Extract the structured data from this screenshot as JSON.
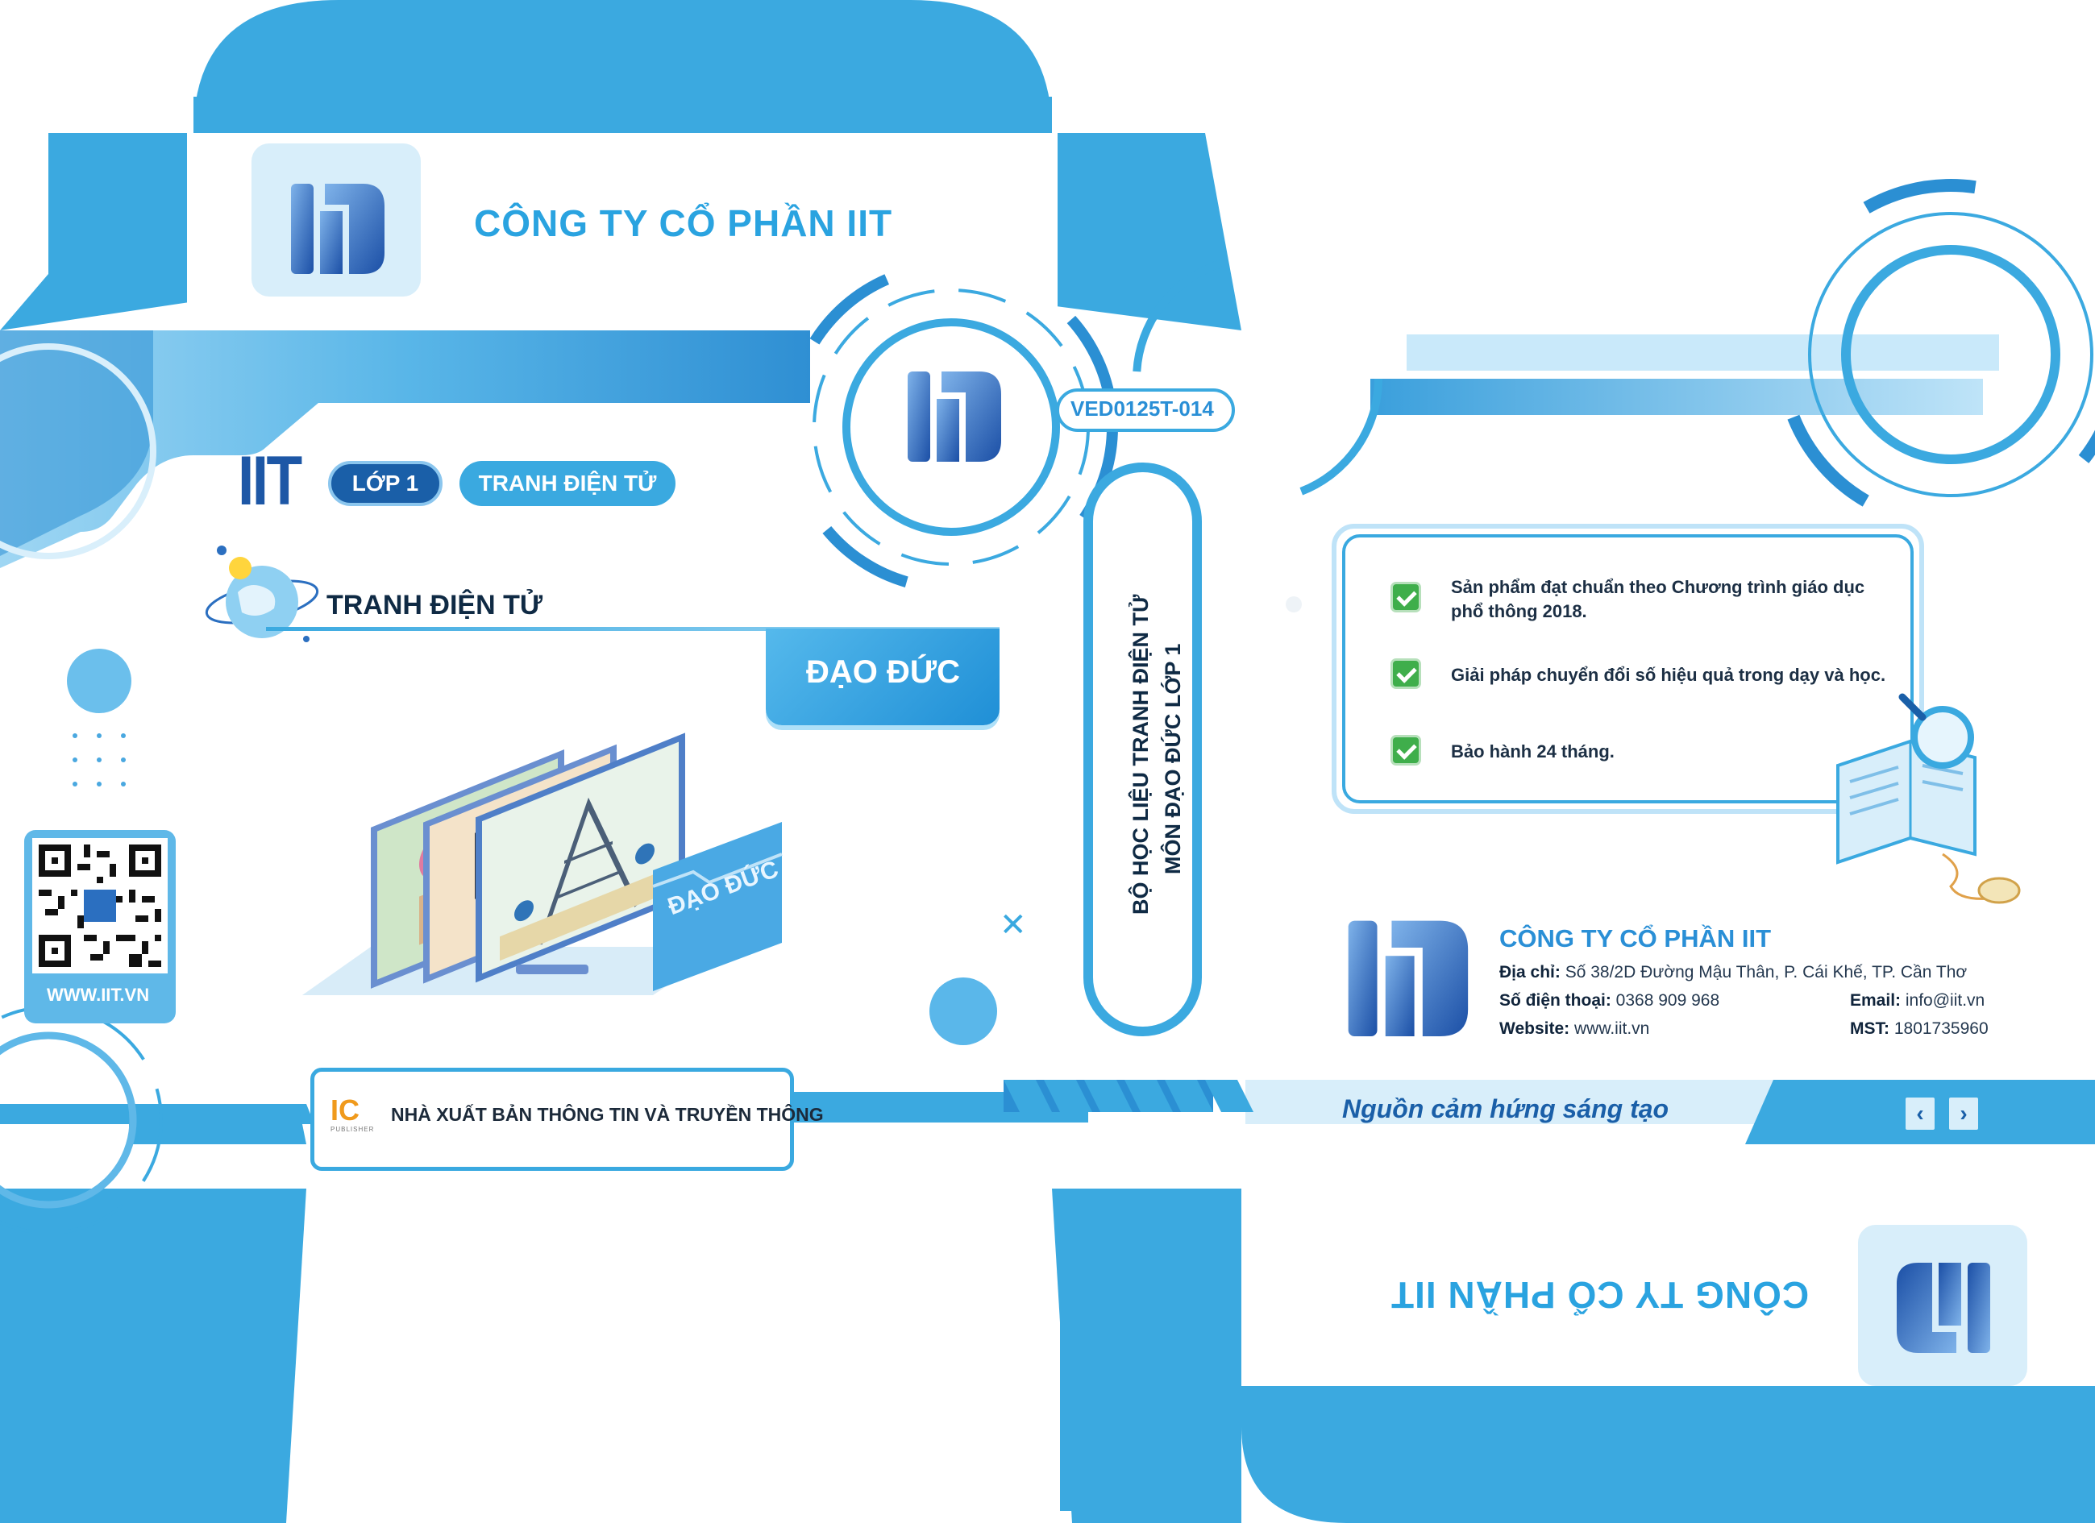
{
  "company": {
    "name": "CÔNG TY CỔ PHẦN IIT",
    "name_flipped": "CÔNG TY CỔ PHẦN IIT"
  },
  "front": {
    "brand": "IIT",
    "grade_pill": "LỚP 1",
    "type_pill": "TRANH ĐIỆN TỬ",
    "section_title": "TRANH ĐIỆN TỬ",
    "subject_banner": "ĐẠO ĐỨC",
    "folder_label": "ĐẠO ĐỨC",
    "website": "WWW.IIT.VN",
    "publisher_logo": "IC",
    "publisher_logo_sub": "PUBLISHER",
    "publisher": "NHÀ XUẤT BẢN THÔNG TIN VÀ TRUYỀN THÔNG"
  },
  "spine": {
    "code": "VED0125T-014",
    "line1": "BỘ HỌC LIỆU TRANH ĐIỆN TỬ",
    "line2": "MÔN ĐẠO ĐỨC LỚP 1"
  },
  "back": {
    "features": [
      "Sản phẩm đạt chuẩn theo Chương trình giáo dục phổ thông 2018.",
      "Giải pháp chuyển đổi số hiệu quả trong dạy và học.",
      "Bảo hành 24 tháng."
    ],
    "contact": {
      "company_name": "CÔNG TY CỔ PHẦN IIT",
      "address_label": "Địa chỉ:",
      "address_value": "Số 38/2D Đường Mậu Thân, P. Cái Khế, TP. Cần Thơ",
      "phone_label": "Số điện thoại:",
      "phone_value": "0368 909 968",
      "email_label": "Email:",
      "email_value": "info@iit.vn",
      "website_label": "Website:",
      "website_value": "www.iit.vn",
      "tax_label": "MST:",
      "tax_value": "1801735960"
    },
    "slogan": "Nguồn cảm hứng sáng tạo"
  },
  "colors": {
    "primary_blue": "#3aa9e0",
    "dark_blue": "#1a5fa8",
    "light_blue": "#d8eefa",
    "navy": "#103b78",
    "check_green": "#3fae4b"
  },
  "icons": [
    "iit-logo-icon",
    "qr-code-icon",
    "globe-icon",
    "check-icon",
    "chevron-left-icon",
    "chevron-right-icon",
    "magnifier-icon",
    "book-icon",
    "mouse-icon",
    "close-x-icon"
  ]
}
